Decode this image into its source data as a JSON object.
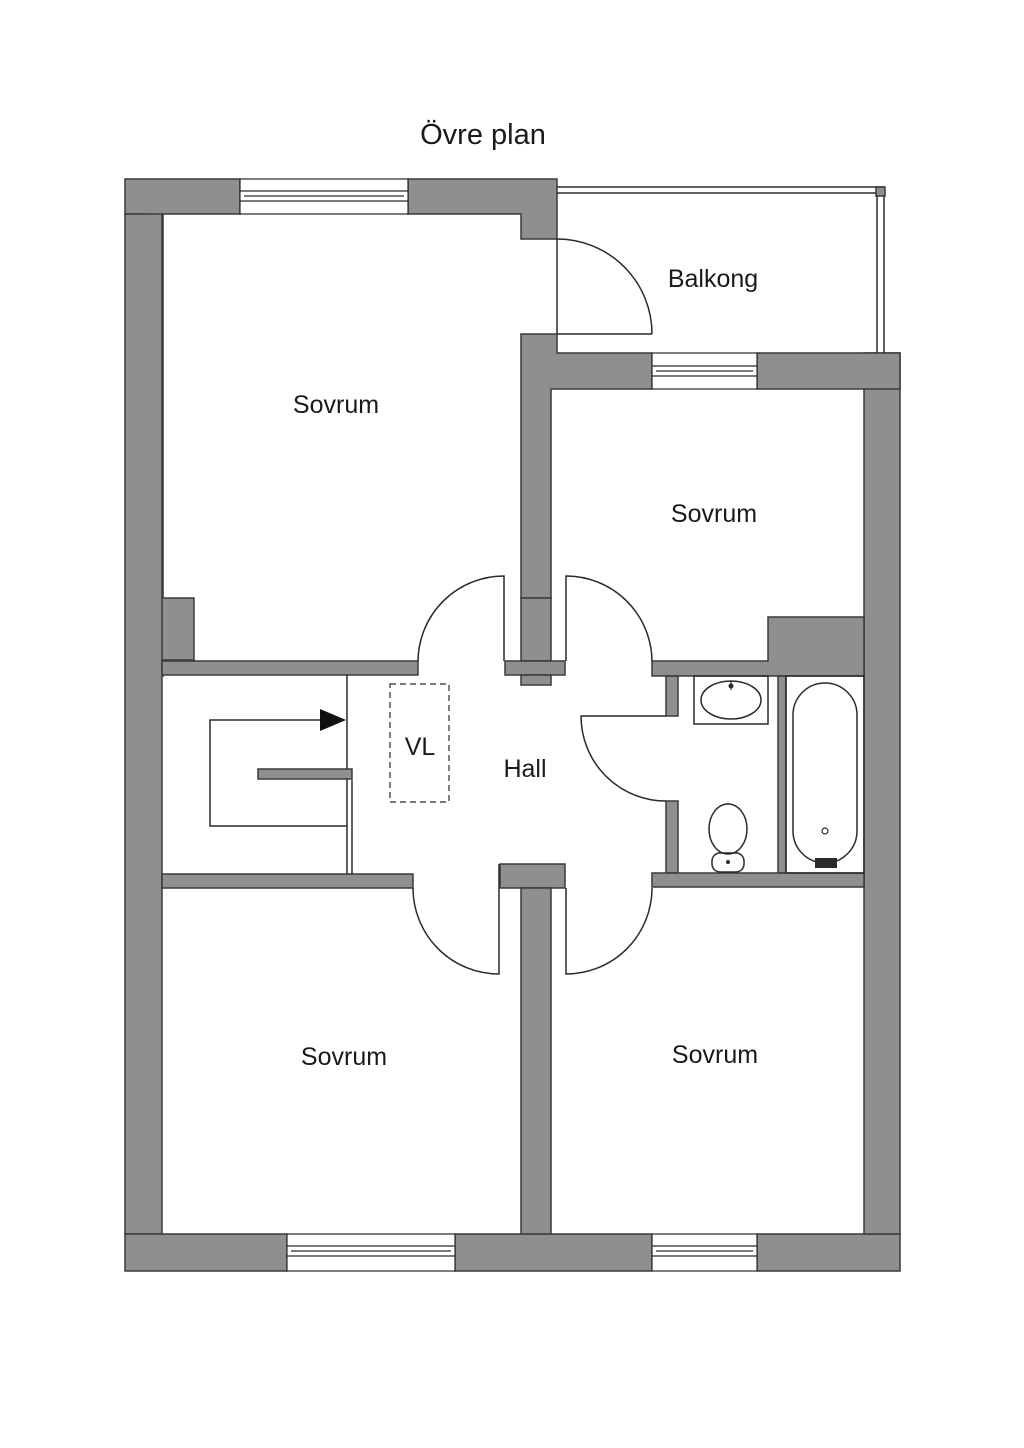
{
  "plan": {
    "title": "Övre plan",
    "rooms": {
      "balcony": "Balkong",
      "bedroom_top_left": "Sovrum",
      "bedroom_top_right": "Sovrum",
      "bedroom_bottom_left": "Sovrum",
      "bedroom_bottom_right": "Sovrum",
      "hall": "Hall",
      "closet": "VL"
    },
    "colors": {
      "wall": "#8f8f8f",
      "line": "#2a2a2a",
      "background": "#ffffff"
    }
  }
}
